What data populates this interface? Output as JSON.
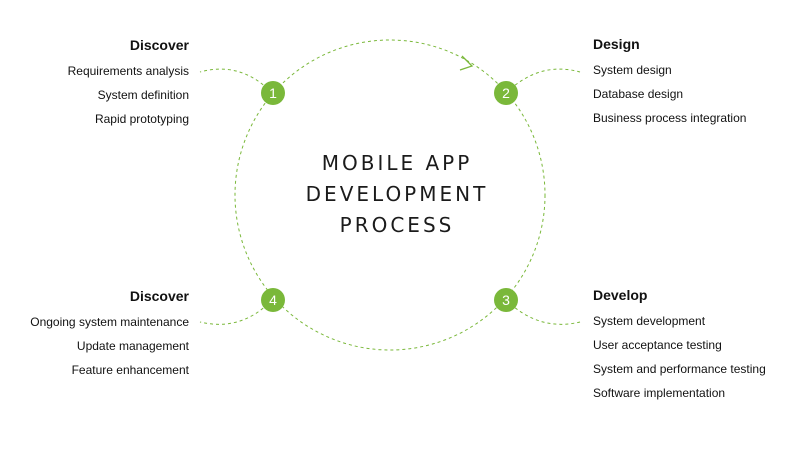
{
  "title_lines": [
    "MOBILE APP",
    "DEVELOPMENT",
    "PROCESS"
  ],
  "accent_color": "#7ab83a",
  "steps": [
    {
      "number": "1",
      "heading": "Discover",
      "items": [
        "Requirements analysis",
        "System definition",
        "Rapid prototyping"
      ]
    },
    {
      "number": "2",
      "heading": "Design",
      "items": [
        "System design",
        "Database design",
        "Business process integration"
      ]
    },
    {
      "number": "3",
      "heading": "Develop",
      "items": [
        "System development",
        "User acceptance testing",
        "System and performance testing",
        "Software implementation"
      ]
    },
    {
      "number": "4",
      "heading": "Discover",
      "items": [
        "Ongoing system maintenance",
        "Update management",
        "Feature enhancement"
      ]
    }
  ]
}
